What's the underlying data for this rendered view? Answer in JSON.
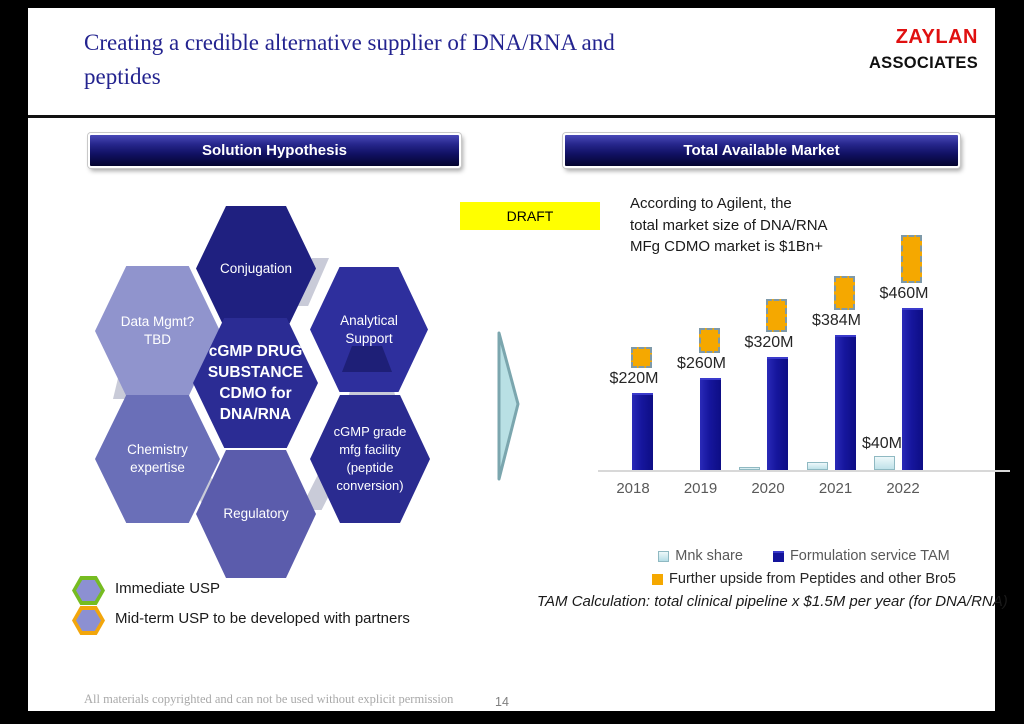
{
  "header": {
    "title": "Creating a credible alternative supplier of DNA/RNA and\npeptides",
    "logo_line1": "ZAYLAN",
    "logo_line2": "ASSOCIATES"
  },
  "solution": {
    "banner": "Solution Hypothesis",
    "hexagons": {
      "top": "Conjugation",
      "top_left": "Data Mgmt?\nTBD",
      "top_right": "Analytical\nSupport",
      "center": "cGMP DRUG\nSUBSTANCE\nCDMO for\nDNA/RNA",
      "bottom_left": "Chemistry\nexpertise",
      "bottom": "Regulatory",
      "bottom_right": "cGMP grade\nmfg facility\n(peptide\nconversion)"
    },
    "usp_legend": [
      {
        "label": "Immediate USP",
        "marker_border": "#76BC21",
        "marker_fill": "#8C90D2"
      },
      {
        "label": "Mid-term USP to be developed with partners",
        "marker_border": "#F2A60C",
        "marker_fill": "#8C90D2"
      }
    ]
  },
  "market": {
    "banner": "Total Available Market",
    "draft": "DRAFT",
    "note": "According to Agilent, the\ntotal market size of DNA/RNA\nMFg CDMO market is $1Bn+",
    "tam_note": "TAM Calculation: total clinical pipeline x $1.5M per year (for DNA/RNA)"
  },
  "chart_data": {
    "type": "bar",
    "categories": [
      "2018",
      "2019",
      "2020",
      "2021",
      "2022"
    ],
    "series": [
      {
        "name": "Mnk share",
        "color": "#C9E6EC",
        "values": [
          0,
          0,
          8,
          22,
          40
        ]
      },
      {
        "name": "Formulation service TAM",
        "color": "#14149B",
        "values": [
          220,
          260,
          320,
          384,
          460
        ]
      },
      {
        "name": "Further upside from Peptides and other Bro5",
        "color": "#F5A800",
        "values_estimated": [
          57,
          71,
          94,
          97,
          136
        ]
      }
    ],
    "bar_labels": [
      "$220M",
      "$260M",
      "$320M",
      "$384M",
      "$460M"
    ],
    "mnk_share_label": "$40M",
    "unit": "$M",
    "ylim": [
      0,
      700
    ],
    "gridlines": false,
    "legend_position": "bottom",
    "upside_note": "orange dashed boxes are unlabeled upside estimates"
  },
  "footer": {
    "copyright": "All materials copyrighted and can not be used without explicit permission",
    "page": "14"
  }
}
